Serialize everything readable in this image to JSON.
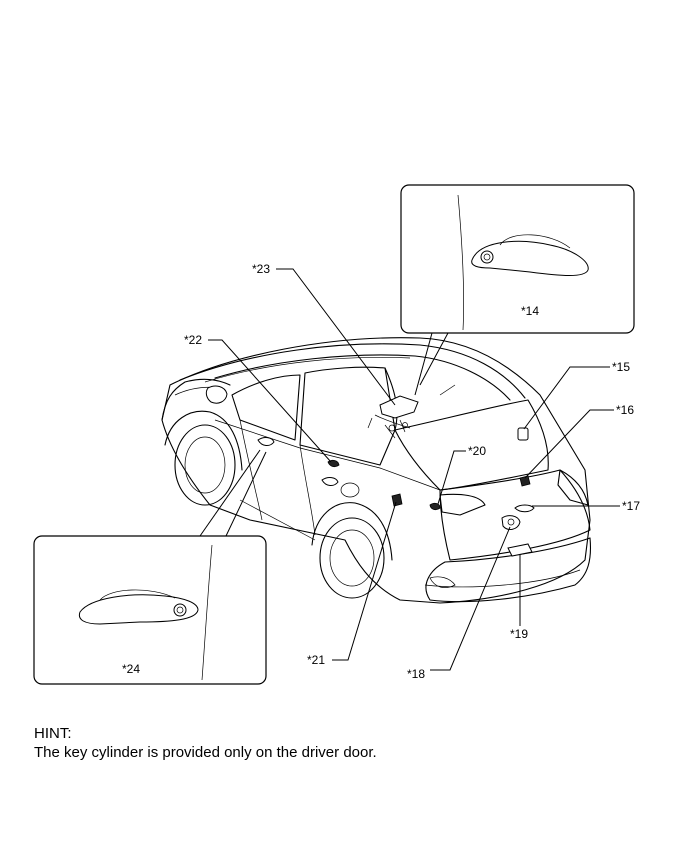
{
  "callouts": {
    "c14": "*14",
    "c15": "*15",
    "c16": "*16",
    "c17": "*17",
    "c18": "*18",
    "c19": "*19",
    "c20": "*20",
    "c21": "*21",
    "c22": "*22",
    "c23": "*23",
    "c24": "*24"
  },
  "hint": {
    "title": "HINT:",
    "text": "The key cylinder is provided only on the driver door."
  }
}
